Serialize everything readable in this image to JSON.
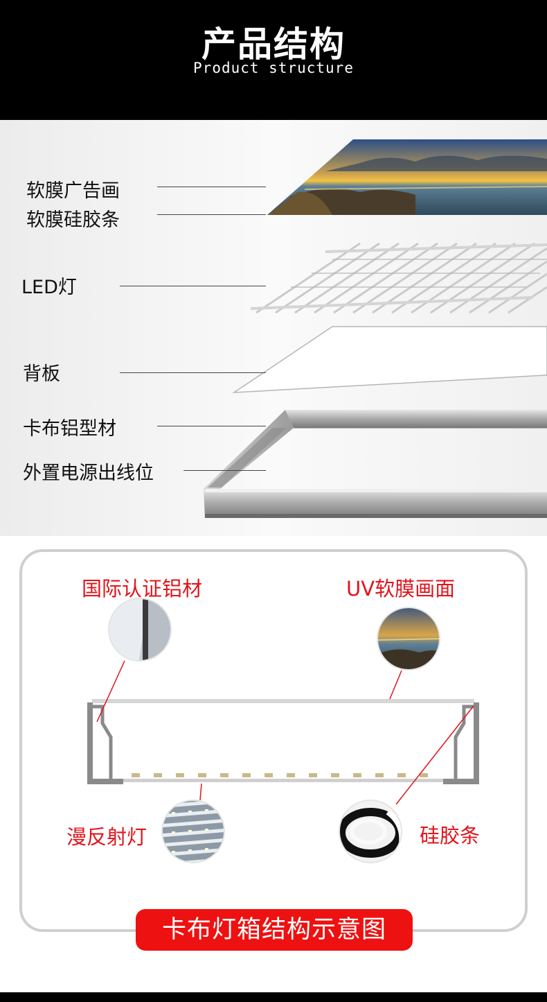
{
  "header": {
    "title": "产品结构",
    "subtitle": "Product structure"
  },
  "layers": [
    {
      "label": "软膜广告画"
    },
    {
      "label": "软膜硅胶条"
    },
    {
      "label": "LED灯"
    },
    {
      "label": "背板"
    },
    {
      "label": "卡布铝型材"
    },
    {
      "label": "外置电源出线位"
    }
  ],
  "diagram": {
    "labels": {
      "aluminum": "国际认证铝材",
      "uv_film": "UV软膜画面",
      "led": "漫反射灯",
      "silicone": "硅胶条"
    },
    "caption": "卡布灯箱结构示意图"
  },
  "colors": {
    "accent_red": "#e0141c",
    "caption_bg": "#ee1111",
    "header_bg": "#000000"
  }
}
